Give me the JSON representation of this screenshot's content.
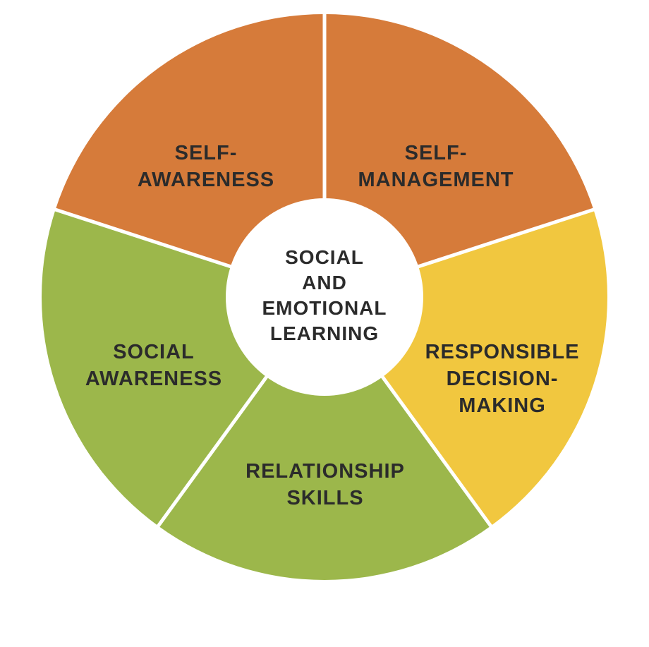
{
  "center": {
    "lines": [
      "SOCIAL",
      "AND",
      "EMOTIONAL",
      "LEARNING"
    ],
    "color": "#ffffff"
  },
  "segments": [
    {
      "id": "self-awareness",
      "lines": [
        "SELF-",
        "AWARENESS"
      ],
      "color": "#d67b3a"
    },
    {
      "id": "self-management",
      "lines": [
        "SELF-",
        "MANAGEMENT"
      ],
      "color": "#d67b3a"
    },
    {
      "id": "responsible-decision-making",
      "lines": [
        "RESPONSIBLE",
        "DECISION-",
        "MAKING"
      ],
      "color": "#f1c73f"
    },
    {
      "id": "relationship-skills",
      "lines": [
        "RELATIONSHIP",
        "SKILLS"
      ],
      "color": "#9cb74b"
    },
    {
      "id": "social-awareness",
      "lines": [
        "SOCIAL",
        "AWARENESS"
      ],
      "color": "#9cb74b"
    }
  ],
  "text_color": "#2b2b2b",
  "divider_color": "#ffffff"
}
